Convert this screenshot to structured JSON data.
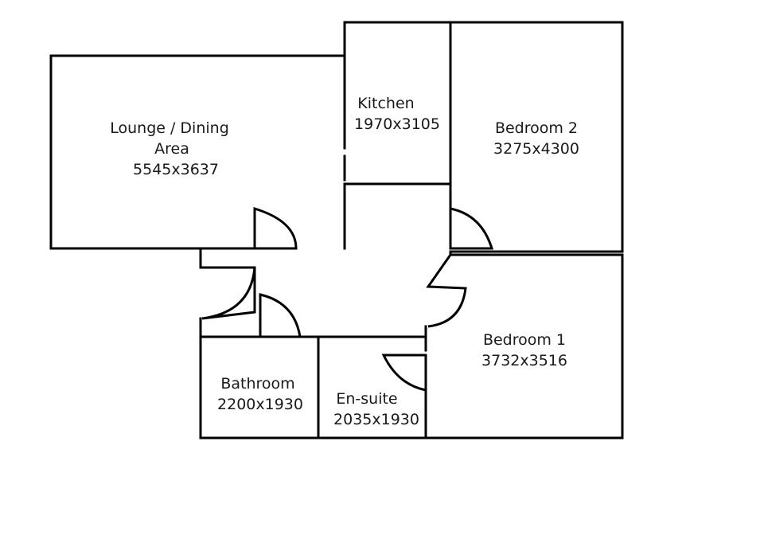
{
  "floorplan": {
    "rooms": [
      {
        "id": "lounge",
        "name": "Lounge / Dining",
        "name_line2": "Area",
        "dimensions": "5545x3637"
      },
      {
        "id": "kitchen",
        "name": "Kitchen",
        "dimensions": "1970x3105"
      },
      {
        "id": "bedroom2",
        "name": "Bedroom 2",
        "dimensions": "3275x4300"
      },
      {
        "id": "bedroom1",
        "name": "Bedroom 1",
        "dimensions": "3732x3516"
      },
      {
        "id": "bathroom",
        "name": "Bathroom",
        "dimensions": "2200x1930"
      },
      {
        "id": "ensuite",
        "name": "En-suite",
        "dimensions": "2035x1930"
      }
    ],
    "line_color": "#000000",
    "background_color": "#ffffff"
  }
}
